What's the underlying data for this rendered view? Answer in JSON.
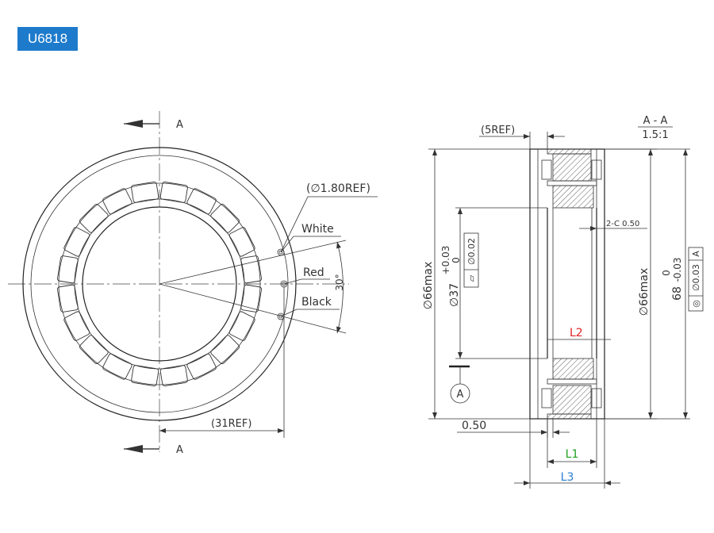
{
  "badge": {
    "label": "U6818",
    "color": "#1e7bcc"
  },
  "front_view": {
    "section_label_top": "A",
    "section_label_bottom": "A",
    "wire_dia_label": "(∅1.80REF)",
    "wire_white_label": "White",
    "wire_red_label": "Red",
    "wire_black_label": "Black",
    "angle_label": "30°",
    "ref_width_label": "(31REF)"
  },
  "section_view": {
    "title": "A - A",
    "scale": "1.5:1",
    "ref_5_label": "(5REF)",
    "chamfer_label": "2-C 0.50",
    "outer_dia_left_label": "∅66max",
    "bore_dia_label": "∅37",
    "bore_tol_upper": "+0.03",
    "bore_tol_lower": "0",
    "flatness_symbol": "⏥",
    "flatness_value": "∅0.02",
    "outer_dia_right_label": "∅66max",
    "od_68_label": "68",
    "od_68_tol_upper": "0",
    "od_68_tol_lower": "-0.03",
    "concentricity_symbol": "◎",
    "concentricity_value": "∅0.03",
    "datum_letter": "A",
    "datum_circle_label": "A",
    "l2_label": "L2",
    "l2_color": "#e02020",
    "offset_label": "0.50",
    "l1_label": "L1",
    "l1_color": "#22a022",
    "l3_label": "L3",
    "l3_color": "#2a7fd0"
  }
}
